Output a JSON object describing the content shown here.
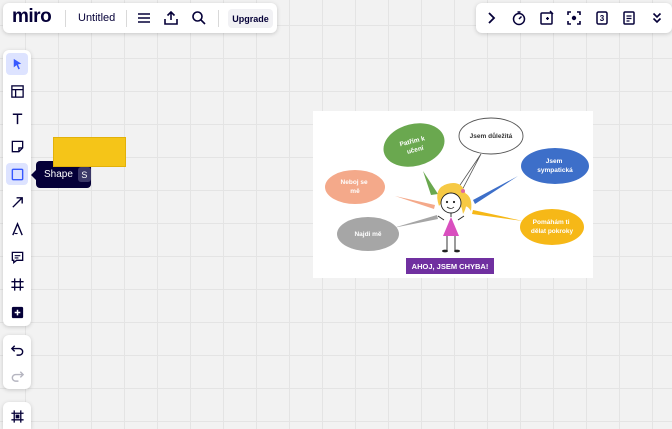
{
  "app": {
    "logo": "miro",
    "board_title": "Untitled"
  },
  "toolbar": {
    "upgrade_label": "Upgrade",
    "notification_count": "3"
  },
  "tooltip": {
    "label": "Shape",
    "shortcut": "S"
  },
  "poster": {
    "banner": "AHOJ, JSEM CHYBA!",
    "banner_color": "#7030a0",
    "bubbles": [
      {
        "id": "green",
        "lines": [
          "Patřím k",
          "učení"
        ],
        "color": "#6aa84f"
      },
      {
        "id": "white",
        "lines": [
          "Jsem důležitá"
        ],
        "color": "#ffffff"
      },
      {
        "id": "blue",
        "lines": [
          "Jsem",
          "sympatická"
        ],
        "color": "#3d6fc9"
      },
      {
        "id": "salmon",
        "lines": [
          "Neboj se",
          "mě"
        ],
        "color": "#f4a98a"
      },
      {
        "id": "gray",
        "lines": [
          "Najdi mě"
        ],
        "color": "#a6a6a6"
      },
      {
        "id": "yellow",
        "lines": [
          "Pomáhám ti",
          "dělat pokroky"
        ],
        "color": "#f6b817"
      }
    ]
  },
  "colors": {
    "canvas": "#f2f2f2",
    "accent_active": "#dde3ff",
    "icon": "#050038",
    "tooltip_bg": "#050038",
    "yellow_shape": "#f5c518"
  }
}
